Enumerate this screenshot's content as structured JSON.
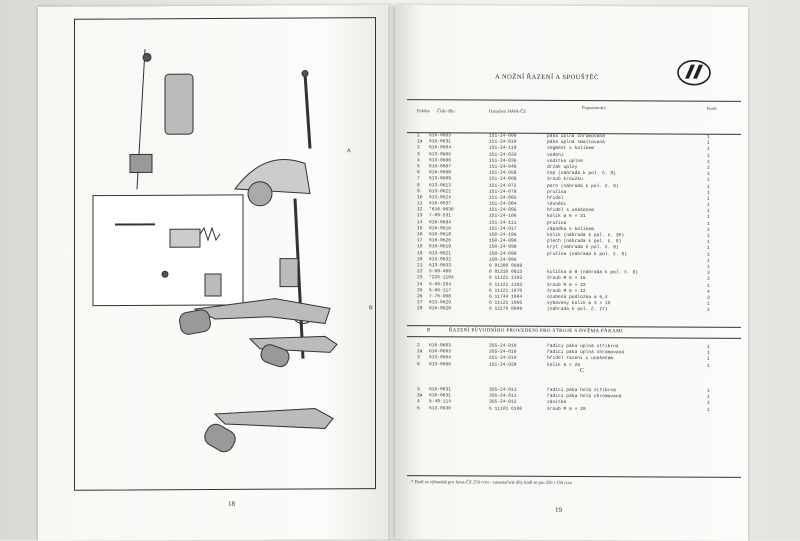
{
  "left_page": {
    "page_number": "18",
    "figure_labels": {
      "label_a": "A",
      "label_b": "B"
    }
  },
  "right_page": {
    "page_number": "19",
    "title": "A   NOŽNÍ ŘAZENÍ A SPOUŠTĚČ",
    "columns": {
      "pos": "Poloha",
      "cislo": "Číslo dílu",
      "oznaceni": "Označení JAWA-ČZ",
      "nazev": "Pojmenování",
      "kusu": "Kusů"
    },
    "rows_a": [
      {
        "pos": "1",
        "cislo": "616-0603",
        "oz": "151-24-000",
        "name": "páka úplná chromovaná",
        "qty": "1"
      },
      {
        "pos": "1a",
        "cislo": "616-0631",
        "oz": "151-24-010",
        "name": "páka úplná smaltovaná",
        "qty": "1"
      },
      {
        "pos": "2",
        "cislo": "616-0604",
        "oz": "151-24-119",
        "name": "segment s kolíkem",
        "qty": "1"
      },
      {
        "pos": "3",
        "cislo": "613-0606",
        "oz": "151-24-020",
        "name": "vedení",
        "qty": "1"
      },
      {
        "pos": "4",
        "cislo": "613-0606",
        "oz": "151-24-036",
        "name": "vodítko úplné",
        "qty": "1"
      },
      {
        "pos": "5",
        "cislo": "616-0607",
        "oz": "151-24-048",
        "name": "držák úplný",
        "qty": "2"
      },
      {
        "pos": "6",
        "cislo": "616-0608",
        "oz": "151-24-058",
        "name": "čep (náhrada k pol. č. 8)",
        "qty": "1"
      },
      {
        "pos": "7",
        "cislo": "613-0609",
        "oz": "151-24-068",
        "name": "šroub kroužku",
        "qty": "1"
      },
      {
        "pos": "8",
        "cislo": "613-0613",
        "oz": "151-24-072",
        "name": "pero (náhrada k pol. č. 8)",
        "qty": "1"
      },
      {
        "pos": "9",
        "cislo": "613-0622",
        "oz": "151-24-079",
        "name": "pružina",
        "qty": "1"
      },
      {
        "pos": "10",
        "cislo": "613-0624",
        "oz": "151-24-083",
        "name": "hřídel",
        "qty": "1"
      },
      {
        "pos": "11",
        "cislo": "616-0637",
        "oz": "151-24-084",
        "name": "těsnění",
        "qty": "1"
      },
      {
        "pos": "12",
        "cislo": "*616-0636",
        "oz": "151-24-095",
        "name": "hřídel s unášečem",
        "qty": "1"
      },
      {
        "pos": "13",
        "cislo": "7-09-531",
        "oz": "151-24-106",
        "name": "kolík ø 6 × 31",
        "qty": "1"
      },
      {
        "pos": "14",
        "cislo": "616-0694",
        "oz": "151-24-111",
        "name": "pružina",
        "qty": "1"
      },
      {
        "pos": "15",
        "cislo": "616-0616",
        "oz": "151-24-017",
        "name": "západka s kolíkem",
        "qty": "1"
      },
      {
        "pos": "16",
        "cislo": "616-0618",
        "oz": "150-24-196",
        "name": "kolík (náhrada k pol. č. 30)",
        "qty": "1"
      },
      {
        "pos": "17",
        "cislo": "616-0620",
        "oz": "150-24-090",
        "name": "plech (náhrada k pol. č. 8)",
        "qty": "1"
      },
      {
        "pos": "18",
        "cislo": "616-0619",
        "oz": "150-24-099",
        "name": "kryt (náhrada k pol. č. 8)",
        "qty": "1"
      },
      {
        "pos": "19",
        "cislo": "613-0621",
        "oz": "150-24-098",
        "name": "pružina (náhrada k pol. č. 8)",
        "qty": "1"
      },
      {
        "pos": "20",
        "cislo": "613-0632",
        "oz": "150-24-096",
        "name": "",
        "qty": "1"
      },
      {
        "pos": "21",
        "cislo": "613-0633",
        "oz": "6 01300 0009",
        "name": "",
        "qty": "1"
      },
      {
        "pos": "22",
        "cislo": "5-69-409",
        "oz": "6 01310 0013",
        "name": "kulička ø 8 (náhrada k pol. č. 8)",
        "qty": "3"
      },
      {
        "pos": "23",
        "cislo": "*225-1104",
        "oz": "6 11121 1103",
        "name": "šroub M 6 × 15",
        "qty": "3"
      },
      {
        "pos": "24",
        "cislo": "5-66-204",
        "oz": "6 11121 1103",
        "name": "šroub M 6 × 22",
        "qty": "1"
      },
      {
        "pos": "25",
        "cislo": "5-66-117",
        "oz": "6 11121 1070",
        "name": "šroub M 6 × 12",
        "qty": "4"
      },
      {
        "pos": "26",
        "cislo": "7-76-008",
        "oz": "6 11744 1004",
        "name": "ozubená podložka ø 6,4",
        "qty": "3"
      },
      {
        "pos": "27",
        "cislo": "613-0629",
        "oz": "6 11121 1065",
        "name": "vybavený kolík ø 3 × 10",
        "qty": "1"
      },
      {
        "pos": "28",
        "cislo": "616-0628",
        "oz": "6 12170 0009",
        "name": "(náhrada k pol. č. 27)",
        "qty": "1"
      }
    ],
    "section_b": {
      "letter": "B",
      "title": "ŘAZENÍ PŮVODNÍHO PROVEDENÍ PRO STROJE S DVĚMA PÁKAMI"
    },
    "rows_b": [
      {
        "pos": "2",
        "cislo": "616-0603",
        "oz": "355-24-010",
        "name": "řadicí páka úplná stříbrná",
        "qty": "1"
      },
      {
        "pos": "2a",
        "cislo": "616-0603",
        "oz": "355-24-010",
        "name": "řadicí páka úplná chromovaná",
        "qty": "1"
      },
      {
        "pos": "3",
        "cislo": "613-0604",
        "oz": "151-24-010",
        "name": "hřídel řazení s unášečem",
        "qty": "1"
      },
      {
        "pos": "6",
        "cislo": "613-0606",
        "oz": "151-24-029",
        "name": "kolík 6 × 25",
        "qty": "1"
      }
    ],
    "section_c": {
      "letter": "C"
    },
    "rows_c": [
      {
        "pos": "3",
        "cislo": "616-0631",
        "oz": "355-24-011",
        "name": "řadicí páka holá stříbrná",
        "qty": "1"
      },
      {
        "pos": "3a",
        "cislo": "616-0631",
        "oz": "355-24-011",
        "name": "řadicí páka holá chromovaná",
        "qty": "1"
      },
      {
        "pos": "4",
        "cislo": "5-48-114",
        "oz": "355-24-012",
        "name": "závitka",
        "qty": "1"
      },
      {
        "pos": "5",
        "cislo": "613-0630",
        "oz": "6 11101 6100",
        "name": "šroub M 6 × 20",
        "qty": "1"
      }
    ],
    "footnote": "* Hodí se výhradně pro Jawa-ČZ 250 ccm – neoznačené díly hodí se pro 250 i 350 ccm"
  },
  "colors": {
    "paper": "#fbfbf9",
    "ink": "#333333"
  }
}
